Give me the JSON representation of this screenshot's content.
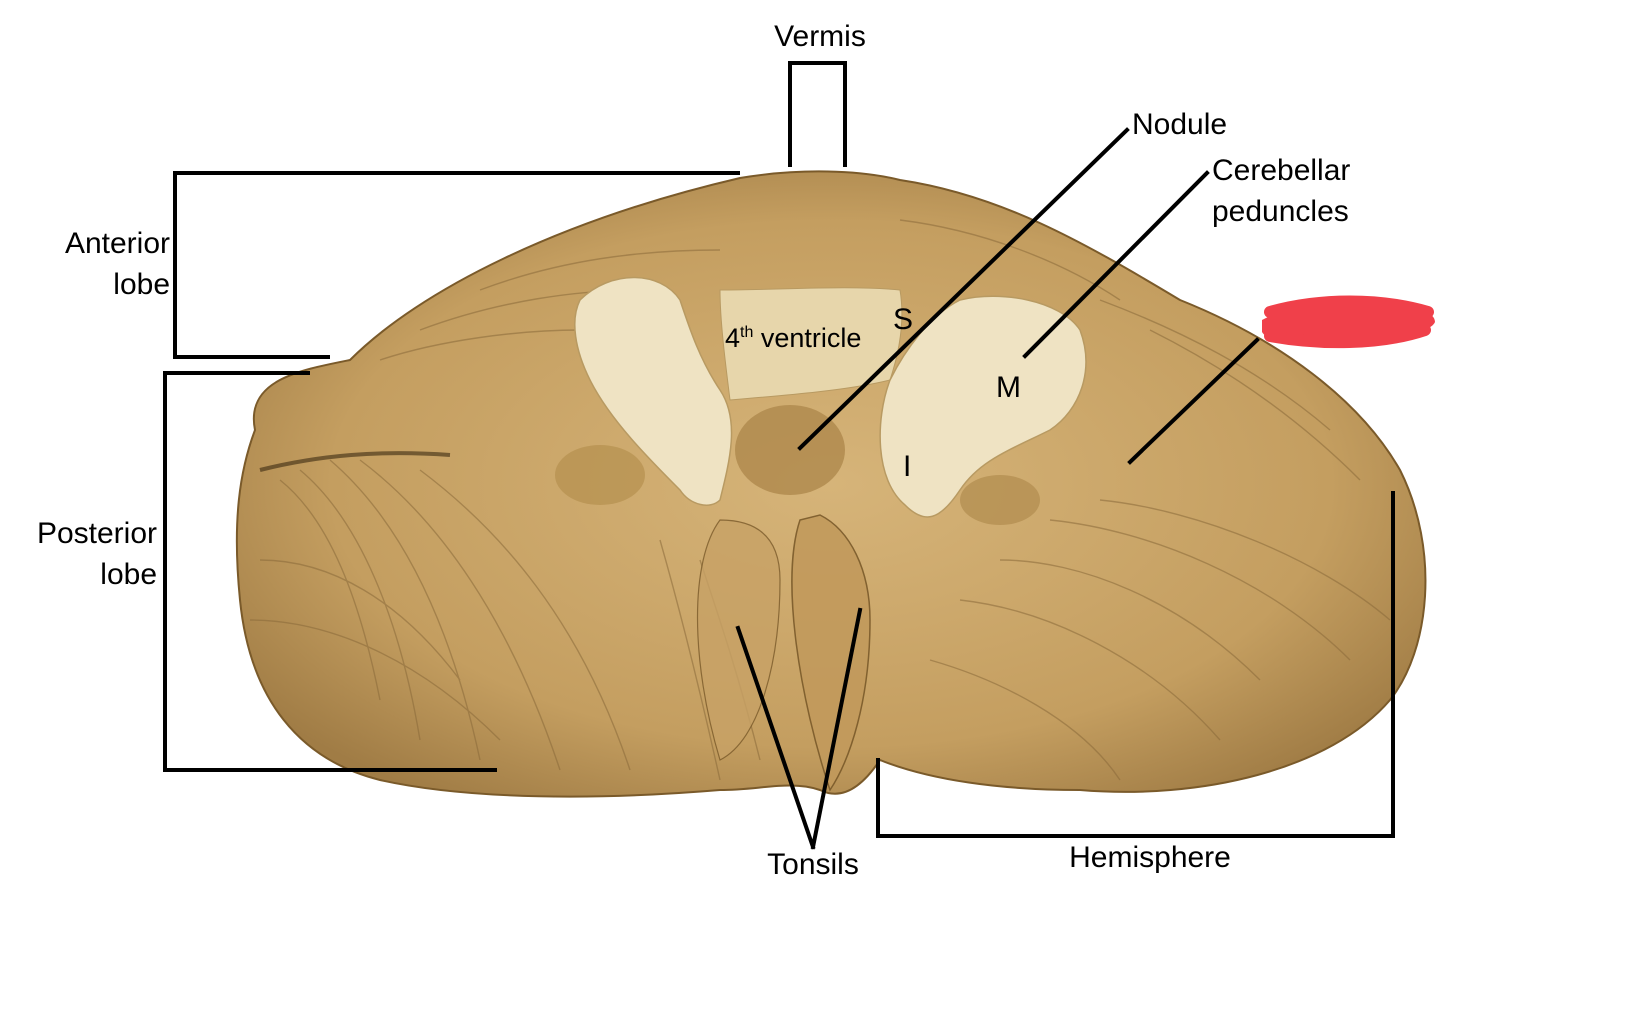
{
  "labels": {
    "vermis": "Vermis",
    "nodule": "Nodule",
    "cerebellar_peduncles_1": "Cerebellar",
    "cerebellar_peduncles_2": "peduncles",
    "anterior_lobe_1": "Anterior",
    "anterior_lobe_2": "lobe",
    "posterior_lobe_1": "Posterior",
    "posterior_lobe_2": "lobe",
    "fourth_ventricle_num": "4",
    "fourth_ventricle_sup": "th",
    "fourth_ventricle_text": " ventricle",
    "s": "S",
    "m": "M",
    "i": "I",
    "tonsils": "Tonsils",
    "hemisphere": "Hemisphere"
  },
  "colors": {
    "specimen": "#c9a56a",
    "specimen_dark": "#8a6a3a",
    "white_matter": "#efe3c3",
    "redaction": "#f0404a",
    "line": "#000000"
  }
}
